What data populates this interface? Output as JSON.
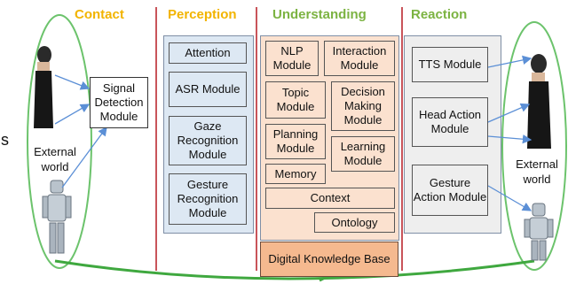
{
  "headers": {
    "contact": "Contact",
    "perception": "Perception",
    "understanding": "Understanding",
    "reaction": "Reaction"
  },
  "header_colors": {
    "contact": "#f2b400",
    "perception": "#f2b400",
    "understanding": "#7cb342",
    "reaction": "#7cb342"
  },
  "contact": {
    "signal_detection": "Signal Detection Module",
    "left_world": "External world",
    "stray_char": "s"
  },
  "perception": {
    "attention": "Attention",
    "asr": "ASR Module",
    "gaze": "Gaze Recognition Module",
    "gesture": "Gesture Recognition Module"
  },
  "understanding": {
    "nlp": "NLP Module",
    "interaction": "Interaction Module",
    "topic": "Topic Module",
    "decision": "Decision Making Module",
    "planning": "Planning Module",
    "learning": "Learning Module",
    "memory": "Memory",
    "context": "Context",
    "ontology": "Ontology",
    "knowledge_base": "Digital Knowledge Base"
  },
  "reaction": {
    "tts": "TTS Module",
    "head": "Head Action Module",
    "gesture": "Gesture Action Module",
    "right_world": "External world"
  },
  "icons": [
    "person-figure-icon",
    "robot-figure-icon"
  ]
}
